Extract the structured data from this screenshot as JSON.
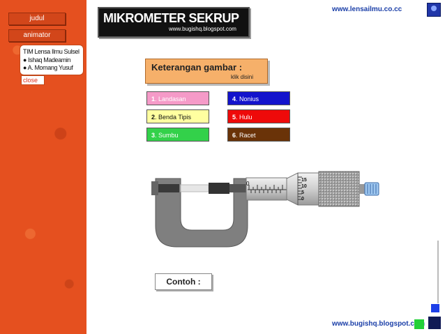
{
  "sidebar": {
    "judul_label": "judul",
    "animator_label": "animator",
    "team": [
      "TIM Lensa Ilmu Sulsel",
      "● Ishaq Madeamin",
      "● A. Momang Yusuf"
    ],
    "close_label": "close"
  },
  "header": {
    "title": "MIKROMETER SEKRUP",
    "blog_url": "www.bugishq.blogspot.com",
    "site_top": "www.lensailmu.co.cc",
    "site_bottom": "www.bugishq.blogspot.com"
  },
  "keterangan": {
    "title": "Keterangan gambar :",
    "link": "klik disini"
  },
  "parts": [
    {
      "num": "1",
      "label": ". Landasan",
      "color": "#f59ac8",
      "text_color": "#ffffff"
    },
    {
      "num": "2",
      "label": ". Benda Tipis",
      "color": "#ffffa0",
      "text_color": "#111111"
    },
    {
      "num": "3",
      "label": ". Sumbu",
      "color": "#33d14a",
      "text_color": "#ffffff"
    },
    {
      "num": "4",
      "label": ". Nonius",
      "color": "#1313cc",
      "text_color": "#ffffff"
    },
    {
      "num": "5",
      "label": ". Hulu",
      "color": "#ee0a0a",
      "text_color": "#ffffff"
    },
    {
      "num": "6",
      "label": ". Racet",
      "color": "#6a3308",
      "text_color": "#ffffff"
    }
  ],
  "scale": {
    "sleeve_zero": "0",
    "thimble": [
      "15",
      "10",
      "5",
      "0"
    ]
  },
  "contoh": {
    "label": "Contoh",
    "suffix": " :"
  }
}
